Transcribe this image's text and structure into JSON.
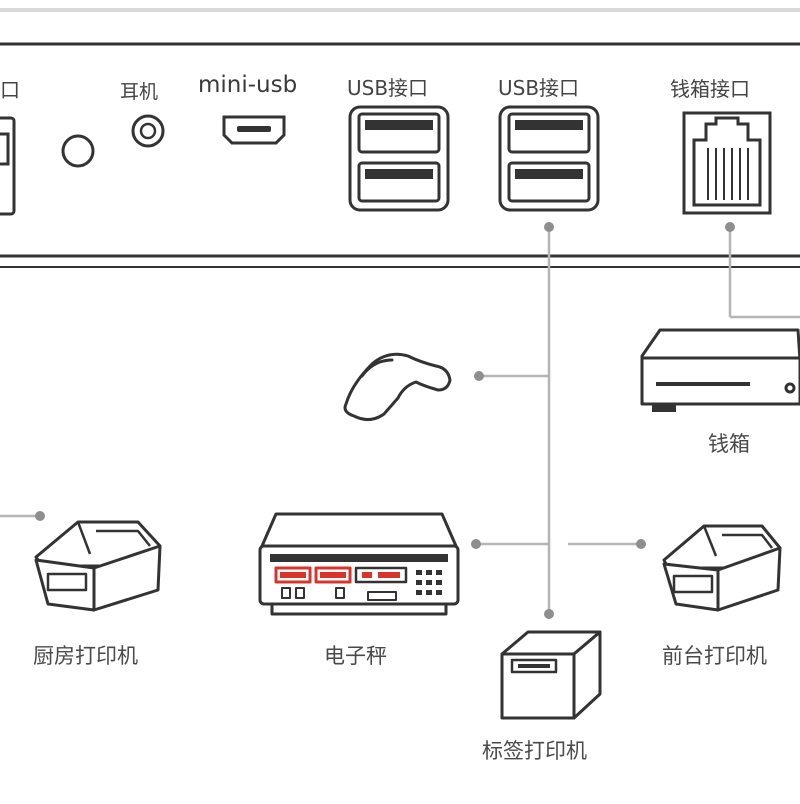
{
  "panel": {
    "ports": {
      "partial_left": "口",
      "earphone": "耳机",
      "mini_usb": "mini-usb",
      "usb_a": "USB接口",
      "usb_b": "USB接口",
      "cash_drawer": "钱箱接口"
    }
  },
  "devices": {
    "cash_drawer": "钱箱",
    "kitchen_printer": "厨房打印机",
    "scale": "电子秤",
    "front_printer": "前台打印机",
    "label_printer": "标签打印机"
  },
  "colors": {
    "line": "#b5b5b5",
    "dot": "#8e8e8e",
    "outline": "#333333",
    "panel_top": "#d8d8d8",
    "accent_red": "#d9342b"
  },
  "icons": {
    "scanner": "barcode-scanner-icon",
    "cash_drawer": "cash-drawer-icon",
    "kitchen_printer": "receipt-printer-icon",
    "scale": "electronic-scale-icon",
    "front_printer": "receipt-printer-icon",
    "label_printer": "label-printer-icon"
  }
}
